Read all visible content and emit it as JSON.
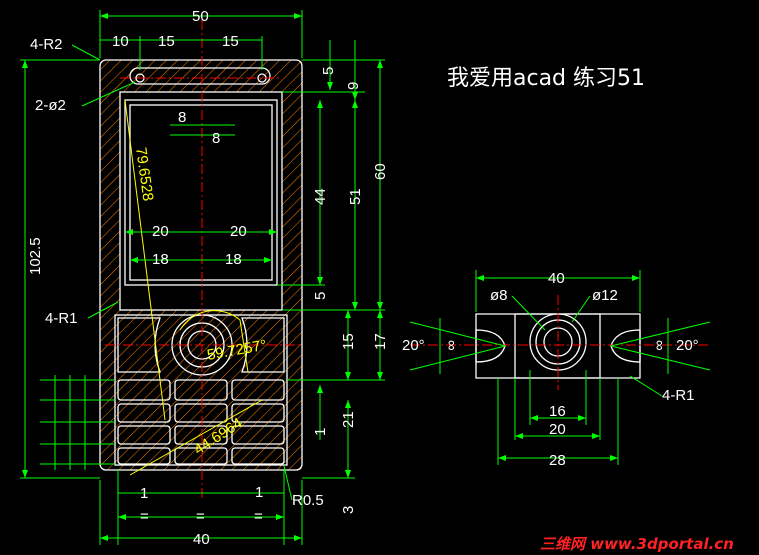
{
  "title": "我爱用acad 练习51",
  "watermark": "三维网 www.3dportal.cn",
  "colors": {
    "background": "#000000",
    "dimension": "#00ff00",
    "outline": "#ffffff",
    "hatch": "#ff8000",
    "centerline": "#ff0000",
    "annotation": "#ffff00"
  },
  "front_view": {
    "top": {
      "overall": "50",
      "d10": "10",
      "d15a": "15",
      "d15b": "15"
    },
    "left": {
      "r2": "4-R2",
      "holes": "2-ø2",
      "r1": "4-R1",
      "height": "102.5"
    },
    "screen": {
      "d8a": "8",
      "d8b": "8",
      "d20a": "20",
      "d20b": "20",
      "d18a": "18",
      "d18b": "18"
    },
    "right": {
      "d5a": "5",
      "d9": "9",
      "d60": "60",
      "d44": "44",
      "d51": "51",
      "d5b": "5",
      "d15": "15",
      "d17": "17",
      "d1": "1",
      "d21": "21",
      "d3": "3"
    },
    "bottom": {
      "d1a": "1",
      "d1b": "1",
      "eq1": "=",
      "eq2": "=",
      "eq3": "=",
      "overall": "40",
      "r05": "R0.5"
    },
    "angle": "59.7257°",
    "diag1": "79.6528",
    "diag2": "44.6964"
  },
  "side_view": {
    "width": "40",
    "d8": "ø8",
    "d12": "ø12",
    "angle_left": "20°",
    "angle_right": "20°",
    "inf_left": "∞",
    "inf_right": "∞",
    "r1": "4-R1",
    "d16": "16",
    "d20": "20",
    "d28": "28"
  }
}
